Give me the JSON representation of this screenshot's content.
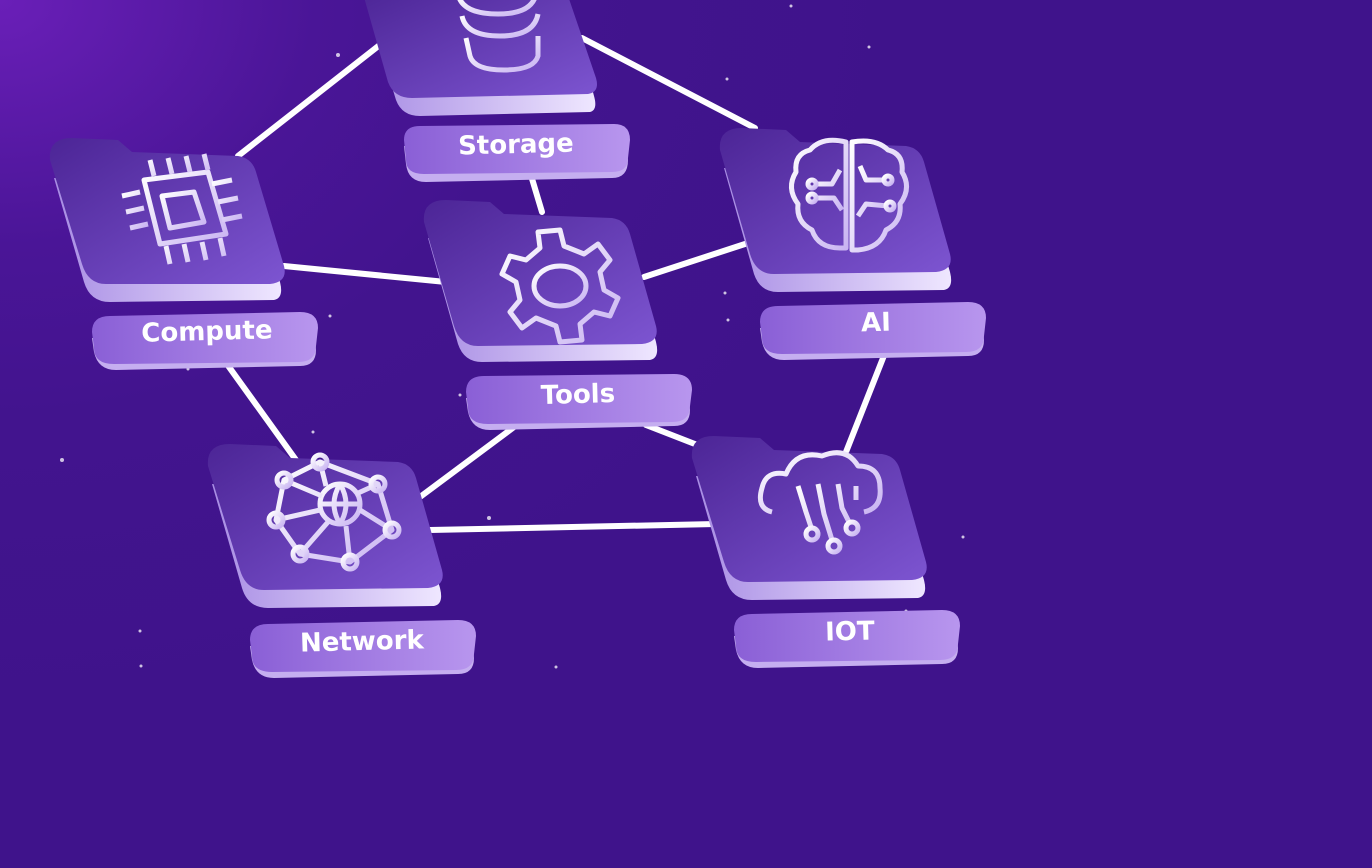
{
  "colors": {
    "background": "#44148f",
    "tile_top": "#6a44c4",
    "tile_edge": "#d7c8f6",
    "label_fill": "#9b73e0",
    "connector": "#ffffff"
  },
  "nodes": [
    {
      "id": "storage",
      "label": "Storage",
      "icon": "database-icon"
    },
    {
      "id": "compute",
      "label": "Compute",
      "icon": "cpu-chip-icon"
    },
    {
      "id": "tools",
      "label": "Tools",
      "icon": "gear-icon"
    },
    {
      "id": "ai",
      "label": "AI",
      "icon": "brain-circuit-icon"
    },
    {
      "id": "network",
      "label": "Network",
      "icon": "globe-network-icon"
    },
    {
      "id": "iot",
      "label": "IOT",
      "icon": "cloud-circuit-icon"
    }
  ],
  "edges": [
    {
      "from": "storage",
      "to": "compute"
    },
    {
      "from": "storage",
      "to": "ai"
    },
    {
      "from": "storage",
      "to": "tools"
    },
    {
      "from": "compute",
      "to": "tools"
    },
    {
      "from": "tools",
      "to": "ai"
    },
    {
      "from": "compute",
      "to": "network"
    },
    {
      "from": "tools",
      "to": "network"
    },
    {
      "from": "tools",
      "to": "iot"
    },
    {
      "from": "ai",
      "to": "iot"
    },
    {
      "from": "network",
      "to": "iot"
    }
  ]
}
